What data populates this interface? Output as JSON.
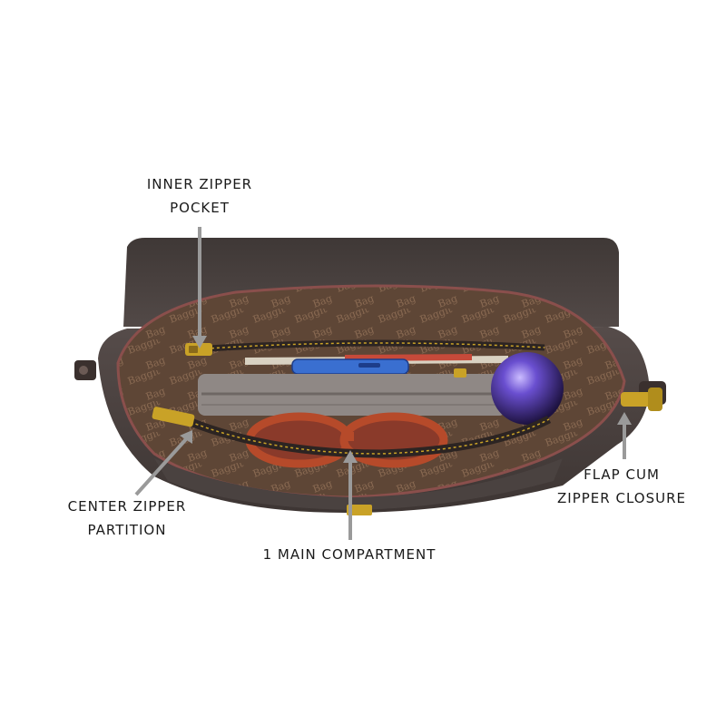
{
  "callouts": {
    "inner_zipper_pocket": {
      "line1": "INNER ZIPPER",
      "line2": "POCKET"
    },
    "center_zipper_partition": {
      "line1": "CENTER ZIPPER",
      "line2": "PARTITION"
    },
    "main_compartment": {
      "line1": "1 MAIN COMPARTMENT"
    },
    "flap_closure": {
      "line1": "FLAP CUM",
      "line2": "ZIPPER CLOSURE"
    }
  },
  "colors": {
    "leather": "#4a4240",
    "leather_dark": "#3a3331",
    "lining": "#6b5040",
    "zipper_hardware": "#c9a227",
    "arrow": "#9a9a9a",
    "sunglasses": "#b64a2a",
    "orb": "#5a3fb8",
    "phone": "#3a6fd0"
  }
}
